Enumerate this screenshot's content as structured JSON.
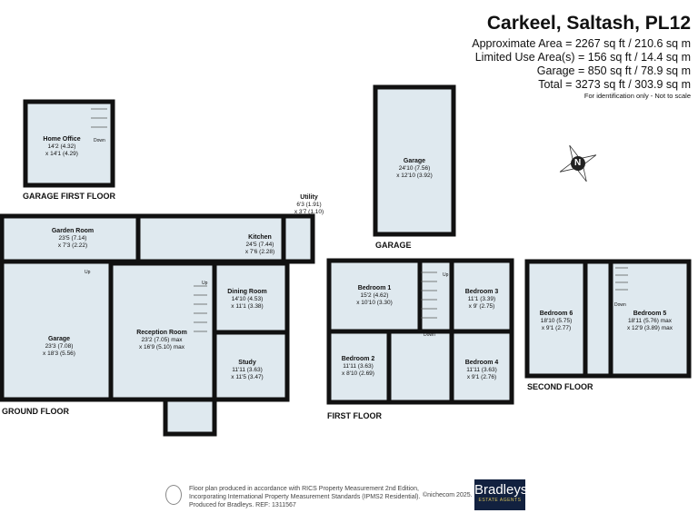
{
  "header": {
    "title": "Carkeel, Saltash, PL12",
    "areas": [
      "Approximate Area = 2267 sq ft / 210.6 sq m",
      "Limited Use Area(s) = 156 sq ft / 14.4 sq m",
      "Garage = 850 sq ft / 78.9 sq m",
      "Total = 3273 sq ft / 303.9 sq m"
    ],
    "note": "For identification only - Not to scale"
  },
  "compass": {
    "label": "N"
  },
  "floors": {
    "garage_first_floor": {
      "label": "GARAGE FIRST FLOOR",
      "rooms": [
        {
          "name": "Home Office",
          "dim1": "14'2 (4.32)",
          "dim2": "x 14'1 (4.29)"
        }
      ],
      "stairs": "Down"
    },
    "garage": {
      "label": "GARAGE",
      "rooms": [
        {
          "name": "Garage",
          "dim1": "24'10 (7.56)",
          "dim2": "x 12'10 (3.92)"
        }
      ]
    },
    "ground_floor": {
      "label": "GROUND FLOOR",
      "stairs": [
        "Up",
        "Up"
      ],
      "rooms": [
        {
          "name": "Garden Room",
          "dim1": "23'5 (7.14)",
          "dim2": "x 7'3 (2.22)"
        },
        {
          "name": "Kitchen",
          "dim1": "24'5 (7.44)",
          "dim2": "x 7'6 (2.28)"
        },
        {
          "name": "Utility",
          "dim1": "6'3 (1.91)",
          "dim2": "x 3'7 (1.10)"
        },
        {
          "name": "Garage",
          "dim1": "23'3 (7.08)",
          "dim2": "x 18'3 (5.56)"
        },
        {
          "name": "Reception Room",
          "dim1": "23'2 (7.05) max",
          "dim2": "x 16'9 (5.10) max"
        },
        {
          "name": "Dining Room",
          "dim1": "14'10 (4.53)",
          "dim2": "x 11'1 (3.38)"
        },
        {
          "name": "Study",
          "dim1": "11'11 (3.63)",
          "dim2": "x 11'5 (3.47)"
        }
      ]
    },
    "first_floor": {
      "label": "FIRST FLOOR",
      "stairs": [
        "Up",
        "Down"
      ],
      "rooms": [
        {
          "name": "Bedroom 1",
          "dim1": "15'2 (4.62)",
          "dim2": "x 10'10 (3.30)"
        },
        {
          "name": "Bedroom 3",
          "dim1": "11'1 (3.39)",
          "dim2": "x 9' (2.75)"
        },
        {
          "name": "Bedroom 2",
          "dim1": "11'11 (3.63)",
          "dim2": "x 8'10 (2.69)"
        },
        {
          "name": "Bedroom 4",
          "dim1": "11'11 (3.63)",
          "dim2": "x 9'1 (2.76)"
        }
      ]
    },
    "second_floor": {
      "label": "SECOND FLOOR",
      "stairs": "Down",
      "rooms": [
        {
          "name": "Bedroom 6",
          "dim1": "18'10 (5.75)",
          "dim2": "x 9'1 (2.77)"
        },
        {
          "name": "Bedroom 5",
          "dim1": "18'11 (5.76) max",
          "dim2": "x 12'9 (3.89) max"
        }
      ]
    }
  },
  "footer": {
    "lines": [
      "Floor plan produced in accordance with RICS Property Measurement 2nd Edition,",
      "Incorporating International Property Measurement Standards (IPMS2 Residential).",
      "Produced for Bradleys.   REF: 1311567"
    ],
    "copyright": "©nichecom 2025.",
    "logo": {
      "name": "Bradleys",
      "tagline": "ESTATE AGENTS"
    }
  },
  "colors": {
    "room_fill": "#dfe9ef",
    "wall": "#111111",
    "logo_bg": "#12213f"
  }
}
